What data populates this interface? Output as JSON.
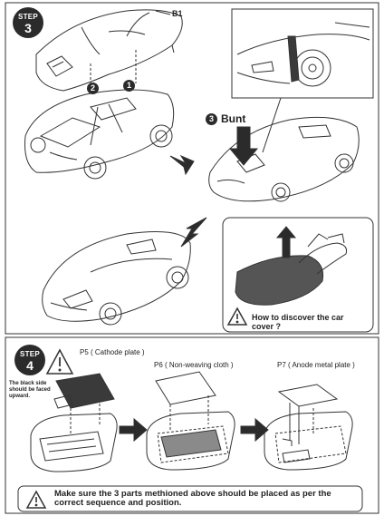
{
  "step3": {
    "badge_word": "STEP",
    "badge_number": "3",
    "part_label": "B1",
    "callout_1": "1",
    "callout_2": "2",
    "callout_3": "3",
    "bunt_label": "Bunt",
    "question_caption": "How to discover the car cover ?"
  },
  "step4": {
    "badge_word": "STEP",
    "badge_number": "4",
    "p5_label": "P5 ( Cathode plate )",
    "p6_label": "P6 ( Non-weaving cloth )",
    "p7_label": "P7 ( Anode metal plate )",
    "black_side_note": "The black side should be faced upward.",
    "bottom_caption": "Make sure the 3 parts methioned above should be placed as per the correct sequence and position."
  },
  "colors": {
    "ink": "#2b2b2b",
    "paper": "#ffffff",
    "plate_dark": "#3a3a3a",
    "cloth_gray": "#8a8a8a"
  }
}
